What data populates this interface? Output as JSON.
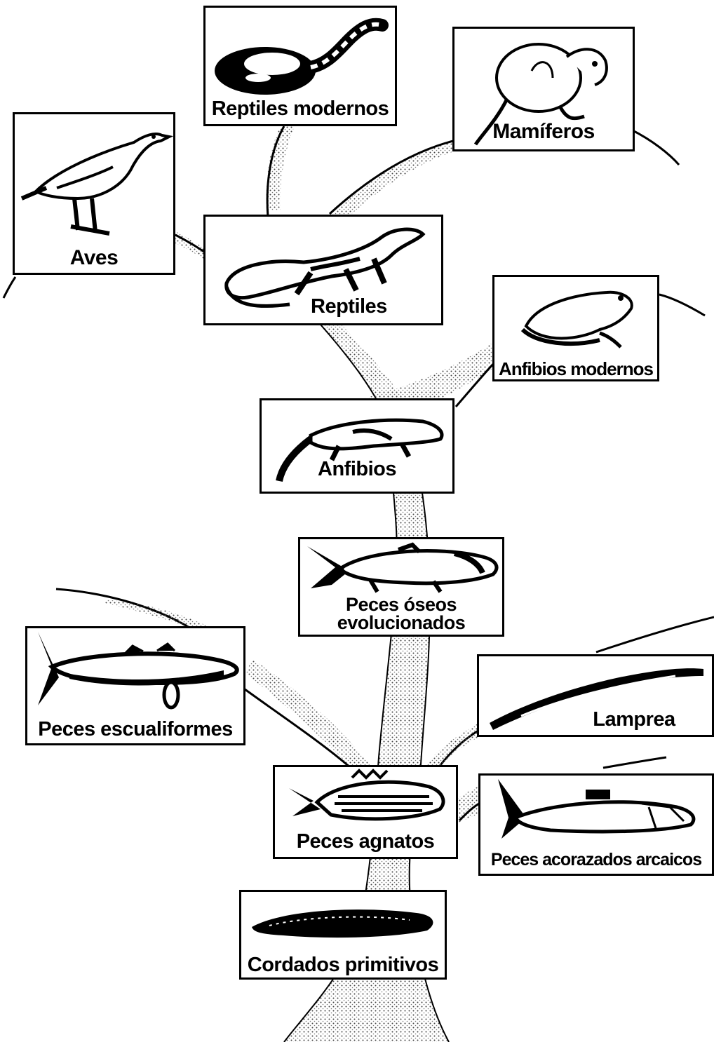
{
  "colors": {
    "ink": "#000000",
    "paper": "#ffffff",
    "stipple": "#555555"
  },
  "nodes": [
    {
      "id": "reptiles-modernos",
      "label": "Reptiles modernos",
      "animal": "snake-icon"
    },
    {
      "id": "mamiferos",
      "label": "Mamíferos",
      "animal": "mammal-icon"
    },
    {
      "id": "aves",
      "label": "Aves",
      "animal": "bird-icon"
    },
    {
      "id": "reptiles",
      "label": "Reptiles",
      "animal": "lizard-icon"
    },
    {
      "id": "anfibios-modernos",
      "label": "Anfibios modernos",
      "animal": "frog-icon"
    },
    {
      "id": "anfibios",
      "label": "Anfibios",
      "animal": "salamander-icon"
    },
    {
      "id": "peces-oseos",
      "label_lines": [
        "Peces óseos",
        "evolucionados"
      ],
      "animal": "bony-fish-icon"
    },
    {
      "id": "peces-escualiformes",
      "label": "Peces escualiformes",
      "animal": "shark-icon"
    },
    {
      "id": "lamprea",
      "label": "Lamprea",
      "animal": "lamprey-icon"
    },
    {
      "id": "peces-agnatos",
      "label": "Peces agnatos",
      "animal": "jawless-fish-icon"
    },
    {
      "id": "peces-acorazados",
      "label": "Peces acorazados arcaicos",
      "animal": "armored-fish-icon"
    },
    {
      "id": "cordados-primitivos",
      "label": "Cordados primitivos",
      "animal": "chordate-icon"
    }
  ]
}
